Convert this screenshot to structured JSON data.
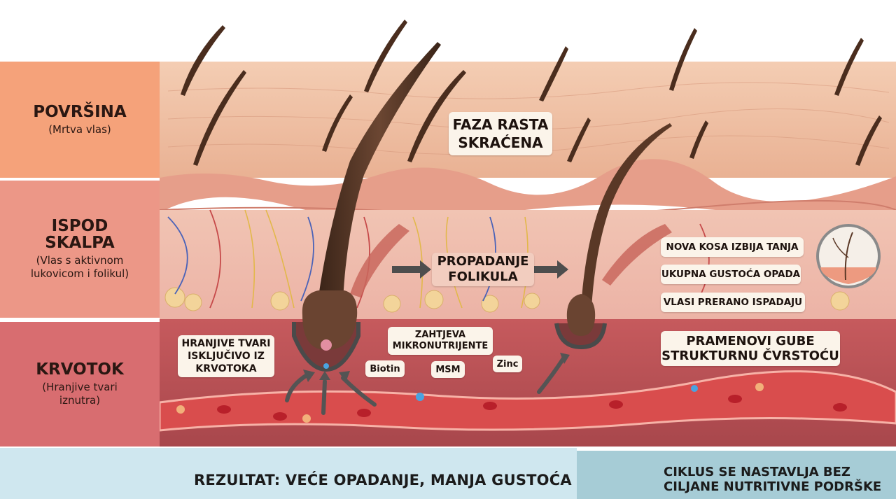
{
  "layers": {
    "surface": {
      "title": "POVRŠINA",
      "subtitle": "(Mrtva vlas)"
    },
    "under_scalp": {
      "title": "ISPOD\nSKALPA",
      "subtitle": "(Vlas s aktivnom\nlukovicom i folikul)"
    },
    "bloodstream": {
      "title": "KRVOTOK",
      "subtitle": "(Hranjive tvari\niznutra)"
    }
  },
  "labels": {
    "growth_phase": "FAZA RASTA\nSKRAĆENA",
    "follicle_decay": "PROPADANJE\nFOLIKULA",
    "nutrients_only": "HRANJIVE TVARI\nISKLJUČIVO IZ\nKRVOTOKA",
    "requires_micro": "ZAHTJEVA\nMIKRONUTRIJENTE",
    "biotin": "Biotin",
    "msm": "MSM",
    "zinc": "Zinc",
    "new_hair_thinner": "NOVA KOSA IZBIJA TANJA",
    "density_drops": "UKUPNA GUSTOĆA OPADA",
    "hair_falls_early": "VLASI PRERANO ISPADAJU",
    "strands_lose": "PRAMENOVI GUBE\nSTRUKTURNU ČVRSTOĆU"
  },
  "result": "REZULTAT: VEĆE OPADANJE, MANJA GUSTOĆA",
  "cycle": "CIKLUS SE NASTAVLJA BEZ\nCILJANE NUTRITIVNE PODRŠKE",
  "colors": {
    "surface_band": "#f5a27a",
    "scalp_band": "#ec9787",
    "blood_band": "#d86d70",
    "skin": "#eebfa2",
    "vessel": "#c84a52",
    "result_bar": "#cfe7ef",
    "cycle_bar": "#a6ccd6"
  },
  "icons": [
    "arrow-right-icon",
    "cycle-icon",
    "thin-hair-icon"
  ]
}
